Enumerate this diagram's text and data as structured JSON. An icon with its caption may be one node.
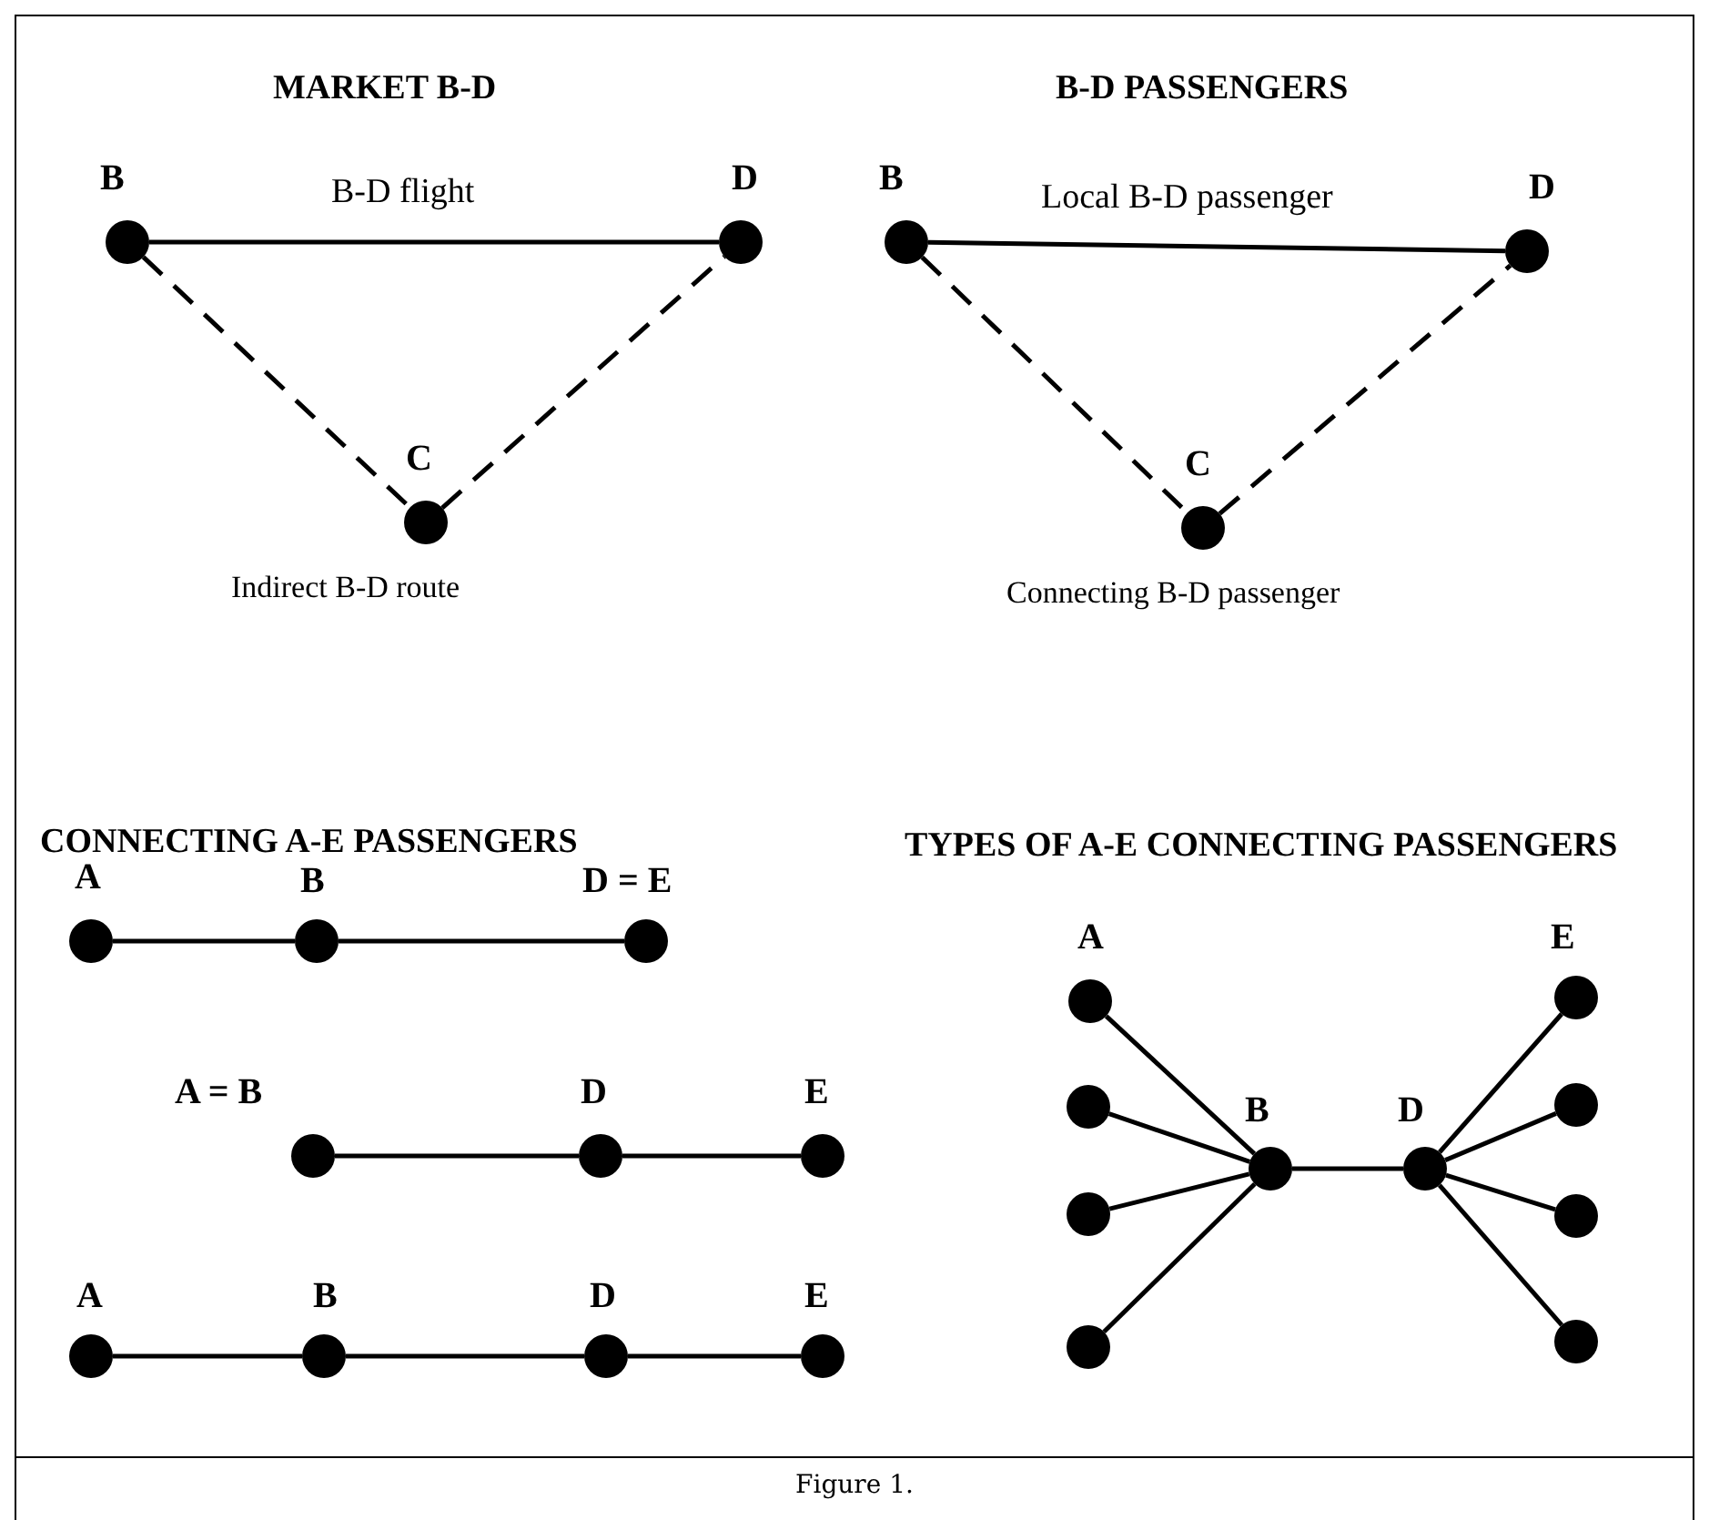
{
  "diagram": {
    "caption": "Figure 1.",
    "nodes": [
      {
        "text": [],
        "shape": "circle",
        "beside": [
          "B"
        ]
      },
      {
        "text": [],
        "shape": "circle",
        "beside": [
          "D"
        ]
      },
      {
        "text": [],
        "shape": "circle",
        "beside": [
          "C"
        ]
      },
      {
        "text": [],
        "shape": "circle",
        "beside": [
          "B"
        ]
      },
      {
        "text": [],
        "shape": "circle",
        "beside": [
          "D"
        ]
      },
      {
        "text": [],
        "shape": "circle",
        "beside": [
          "C"
        ]
      },
      {
        "text": [],
        "shape": "circle",
        "beside": [
          "A"
        ]
      },
      {
        "text": [],
        "shape": "circle",
        "beside": [
          "B"
        ]
      },
      {
        "text": [],
        "shape": "circle",
        "beside": [
          "D = E"
        ]
      },
      {
        "text": [],
        "shape": "circle",
        "beside": [
          "A = B"
        ]
      },
      {
        "text": [],
        "shape": "circle",
        "beside": [
          "D"
        ]
      },
      {
        "text": [],
        "shape": "circle",
        "beside": [
          "E"
        ]
      },
      {
        "text": [],
        "shape": "circle",
        "beside": [
          "A"
        ]
      },
      {
        "text": [],
        "shape": "circle",
        "beside": [
          "B"
        ]
      },
      {
        "text": [],
        "shape": "circle",
        "beside": [
          "D"
        ]
      },
      {
        "text": [],
        "shape": "circle",
        "beside": [
          "E"
        ]
      },
      {
        "text": [],
        "shape": "circle",
        "beside": [
          "A"
        ]
      },
      {
        "text": [],
        "shape": "circle"
      },
      {
        "text": [],
        "shape": "circle"
      },
      {
        "text": [],
        "shape": "circle"
      },
      {
        "text": [],
        "shape": "circle",
        "beside": [
          "B"
        ]
      },
      {
        "text": [],
        "shape": "circle",
        "beside": [
          "D"
        ]
      },
      {
        "text": [],
        "shape": "circle",
        "beside": [
          "E"
        ]
      },
      {
        "text": [],
        "shape": "circle"
      },
      {
        "text": [],
        "shape": "circle"
      },
      {
        "text": [],
        "shape": "circle"
      }
    ],
    "edges": [
      {
        "from": 0,
        "to": 1,
        "arrow": "none",
        "label": "B-D flight"
      },
      {
        "from": 0,
        "to": 2,
        "arrow": "none",
        "style": "dashed"
      },
      {
        "from": 2,
        "to": 1,
        "arrow": "none",
        "style": "dashed"
      },
      {
        "from": 3,
        "to": 4,
        "arrow": "none",
        "label": "Local B-D passenger"
      },
      {
        "from": 3,
        "to": 5,
        "arrow": "none",
        "style": "dashed"
      },
      {
        "from": 5,
        "to": 4,
        "arrow": "none",
        "style": "dashed"
      },
      {
        "from": 6,
        "to": 7,
        "arrow": "none"
      },
      {
        "from": 7,
        "to": 8,
        "arrow": "none"
      },
      {
        "from": 9,
        "to": 10,
        "arrow": "none"
      },
      {
        "from": 10,
        "to": 11,
        "arrow": "none"
      },
      {
        "from": 12,
        "to": 13,
        "arrow": "none"
      },
      {
        "from": 13,
        "to": 14,
        "arrow": "none"
      },
      {
        "from": 14,
        "to": 15,
        "arrow": "none"
      },
      {
        "from": 16,
        "to": 20,
        "arrow": "none"
      },
      {
        "from": 17,
        "to": 20,
        "arrow": "none"
      },
      {
        "from": 18,
        "to": 20,
        "arrow": "none"
      },
      {
        "from": 19,
        "to": 20,
        "arrow": "none"
      },
      {
        "from": 20,
        "to": 21,
        "arrow": "none"
      },
      {
        "from": 21,
        "to": 22,
        "arrow": "none"
      },
      {
        "from": 21,
        "to": 23,
        "arrow": "none"
      },
      {
        "from": 21,
        "to": 24,
        "arrow": "none"
      },
      {
        "from": 21,
        "to": 25,
        "arrow": "none"
      }
    ],
    "labels": [
      "MARKET B-D",
      "B-D PASSENGERS",
      "Indirect B-D route",
      "Connecting B-D passenger",
      "CONNECTING A-E PASSENGERS",
      "TYPES OF A-E CONNECTING PASSENGERS"
    ]
  }
}
